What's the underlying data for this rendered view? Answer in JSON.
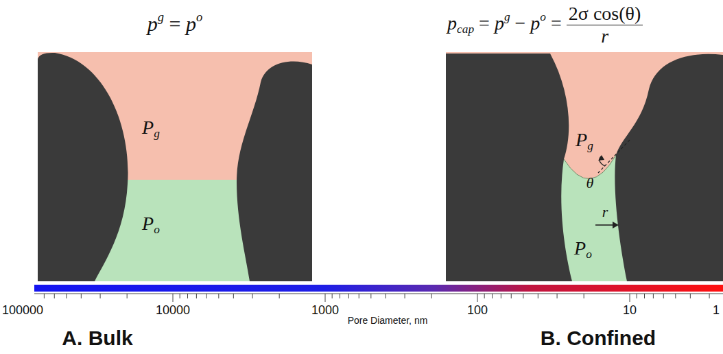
{
  "diagram": {
    "labels": [
      "p",
      "g",
      "=",
      "p",
      "o",
      "p",
      "cap",
      "=",
      "p",
      "g",
      "−",
      "p",
      "o",
      "=",
      "2σ cos(θ)",
      "r",
      "P",
      "g",
      "P",
      "o",
      "P",
      "g",
      "θ",
      "r",
      "P",
      "o",
      "100000",
      "10000",
      "1000",
      "100",
      "10",
      "1",
      "Pore Diameter, nm",
      "A. Bulk",
      "B. Confined"
    ]
  }
}
